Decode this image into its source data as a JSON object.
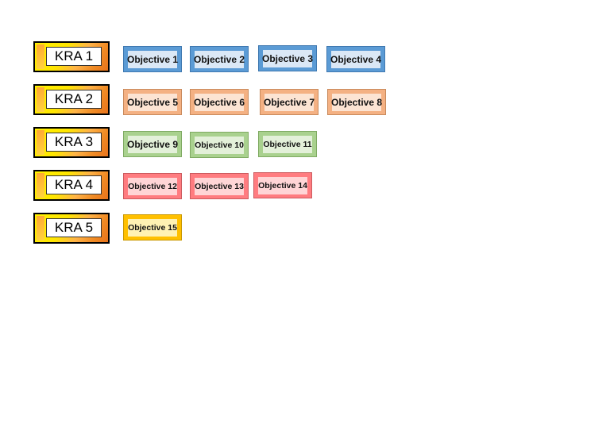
{
  "kras": [
    {
      "label": "KRA 1"
    },
    {
      "label": "KRA 2"
    },
    {
      "label": "KRA 3"
    },
    {
      "label": "KRA 4"
    },
    {
      "label": "KRA 5"
    }
  ],
  "objectives": [
    {
      "label": "Objective 1",
      "kra": "KRA 1",
      "color": "#5b9bd5"
    },
    {
      "label": "Objective 2",
      "kra": "KRA 1",
      "color": "#5b9bd5"
    },
    {
      "label": "Objective 3",
      "kra": "KRA 1",
      "color": "#5b9bd5"
    },
    {
      "label": "Objective 4",
      "kra": "KRA 1",
      "color": "#5b9bd5"
    },
    {
      "label": "Objective 5",
      "kra": "KRA 2",
      "color": "#f4b183"
    },
    {
      "label": "Objective 6",
      "kra": "KRA 2",
      "color": "#f4b183"
    },
    {
      "label": "Objective 7",
      "kra": "KRA 2",
      "color": "#f4b183"
    },
    {
      "label": "Objective 8",
      "kra": "KRA 2",
      "color": "#f4b183"
    },
    {
      "label": "Objective 9",
      "kra": "KRA 3",
      "color": "#a9d18e"
    },
    {
      "label": "Objective 10",
      "kra": "KRA 3",
      "color": "#a9d18e"
    },
    {
      "label": "Objective 11",
      "kra": "KRA 3",
      "color": "#a9d18e"
    },
    {
      "label": "Objective 12",
      "kra": "KRA 4",
      "color": "#ff7c80"
    },
    {
      "label": "Objective 13",
      "kra": "KRA 4",
      "color": "#ff7c80"
    },
    {
      "label": "Objective 14",
      "kra": "KRA 4",
      "color": "#ff7c80"
    },
    {
      "label": "Objective 15",
      "kra": "KRA 5",
      "color": "#ffc000"
    }
  ]
}
